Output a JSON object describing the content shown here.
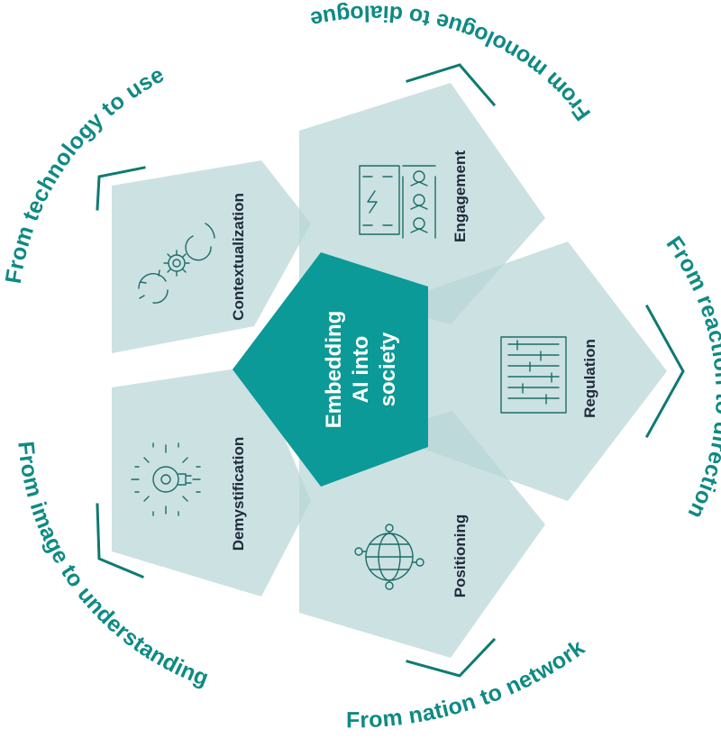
{
  "center": {
    "line1": "Embedding",
    "line2": "AI into",
    "line3": "society"
  },
  "segments": {
    "engagement": {
      "label": "Engagement",
      "icon": "stage-audience-icon"
    },
    "regulation": {
      "label": "Regulation",
      "icon": "sliders-panel-icon"
    },
    "positioning": {
      "label": "Positioning",
      "icon": "globe-network-icon"
    },
    "demystification": {
      "label": "Demystification",
      "icon": "lightbulb-icon"
    },
    "contextualization": {
      "label": "Contextualization",
      "icon": "gears-icon"
    }
  },
  "outer_labels": {
    "top": "From monologue to dialogue",
    "right": "From reaction to direction",
    "bottom": "From nation to network",
    "left_bottom": "From image to understanding",
    "left_top": "From technology to use"
  },
  "colors": {
    "center": "#0B9A97",
    "pentagon": "#B9D6D7",
    "outer_text": "#0E8A84",
    "bracket": "#0E7A71",
    "label_text": "#1E2C3A"
  }
}
